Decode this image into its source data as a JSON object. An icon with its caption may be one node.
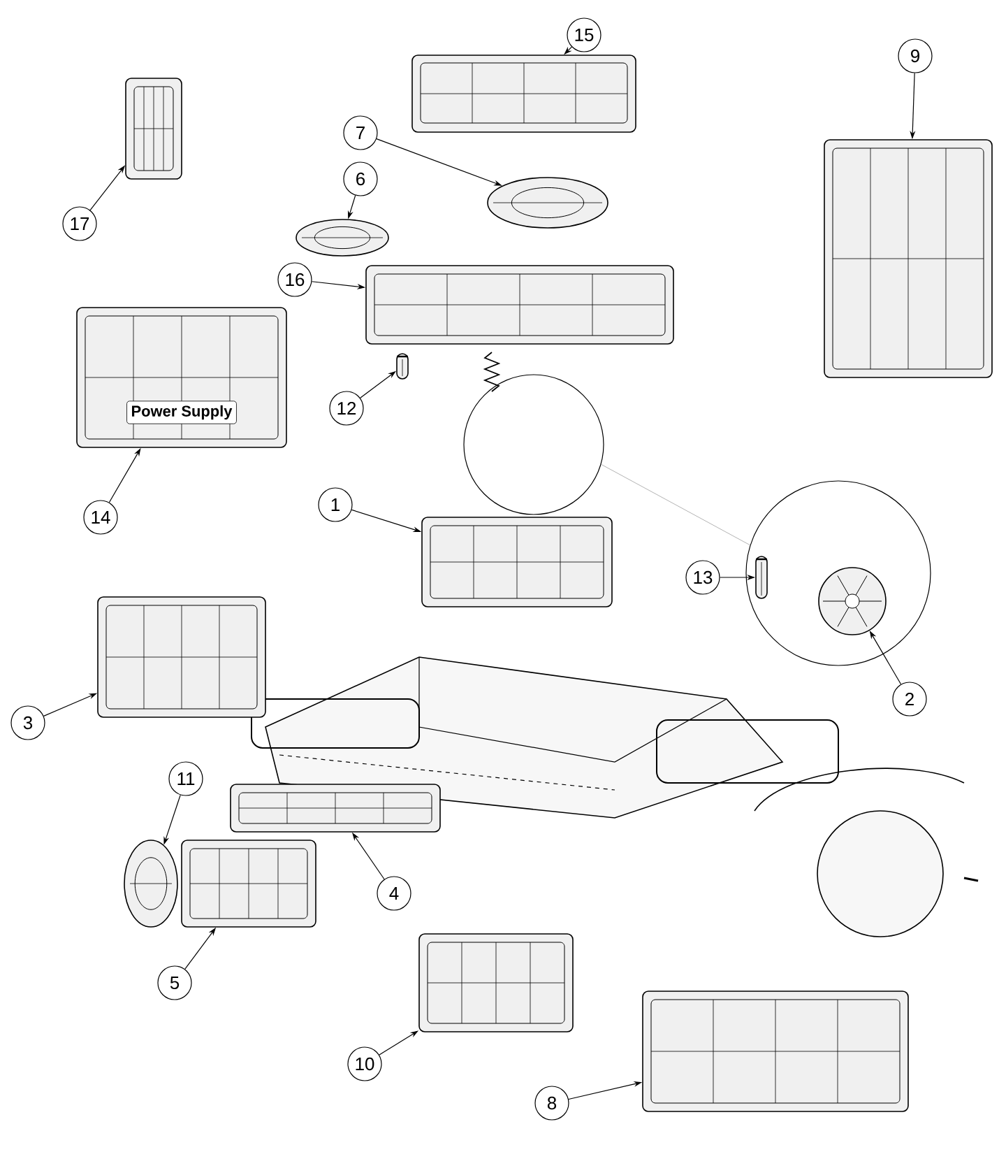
{
  "diagram": {
    "nodes": [
      {
        "text": [
          "15"
        ]
      },
      {
        "text": [
          "9"
        ]
      },
      {
        "text": [
          "7"
        ]
      },
      {
        "text": [
          "17"
        ]
      },
      {
        "text": [
          "6"
        ]
      },
      {
        "text": [
          "16"
        ]
      },
      {
        "text": [
          "12"
        ]
      },
      {
        "text": [
          "14"
        ]
      },
      {
        "text": [
          "1"
        ]
      },
      {
        "text": [
          "13"
        ]
      },
      {
        "text": [
          "2"
        ]
      },
      {
        "text": [
          "3"
        ]
      },
      {
        "text": [
          "11"
        ]
      },
      {
        "text": [
          "4"
        ]
      },
      {
        "text": [
          "5"
        ]
      },
      {
        "text": [
          "10"
        ]
      },
      {
        "text": [
          "8"
        ]
      },
      {
        "text": [],
        "shape": "picture"
      },
      {
        "text": [],
        "shape": "picture"
      },
      {
        "text": [],
        "shape": "picture"
      },
      {
        "text": [],
        "shape": "picture"
      },
      {
        "text": [],
        "shape": "picture"
      },
      {
        "text": [],
        "shape": "picture"
      },
      {
        "text": [],
        "shape": "picture"
      },
      {
        "text": [],
        "shape": "picture"
      },
      {
        "text": [],
        "shape": "picture"
      },
      {
        "text": [],
        "shape": "picture"
      },
      {
        "text": [],
        "shape": "picture"
      },
      {
        "text": [],
        "shape": "picture"
      },
      {
        "text": [],
        "shape": "picture"
      },
      {
        "text": [],
        "shape": "picture"
      },
      {
        "text": [],
        "shape": "picture"
      },
      {
        "text": [],
        "shape": "picture"
      },
      {
        "text": [],
        "shape": "picture"
      }
    ],
    "edges": [
      {
        "from": 0,
        "to": 17,
        "arrow": "to"
      },
      {
        "from": 1,
        "to": 18,
        "arrow": "to"
      },
      {
        "from": 2,
        "to": 19,
        "arrow": "to"
      },
      {
        "from": 3,
        "to": 20,
        "arrow": "to"
      },
      {
        "from": 4,
        "to": 21,
        "arrow": "to"
      },
      {
        "from": 5,
        "to": 22,
        "arrow": "to"
      },
      {
        "from": 6,
        "to": 23,
        "arrow": "to"
      },
      {
        "from": 7,
        "to": 24,
        "arrow": "to"
      },
      {
        "from": 8,
        "to": 25,
        "arrow": "to"
      },
      {
        "from": 9,
        "to": 26,
        "arrow": "to"
      },
      {
        "from": 10,
        "to": 27,
        "arrow": "to"
      },
      {
        "from": 11,
        "to": 28,
        "arrow": "to"
      },
      {
        "from": 12,
        "to": 29,
        "arrow": "to"
      },
      {
        "from": 13,
        "to": 30,
        "arrow": "to"
      },
      {
        "from": 14,
        "to": 31,
        "arrow": "to"
      },
      {
        "from": 15,
        "to": 32,
        "arrow": "to"
      },
      {
        "from": 16,
        "to": 33,
        "arrow": "to"
      }
    ],
    "labels": [
      "Power Supply"
    ]
  }
}
